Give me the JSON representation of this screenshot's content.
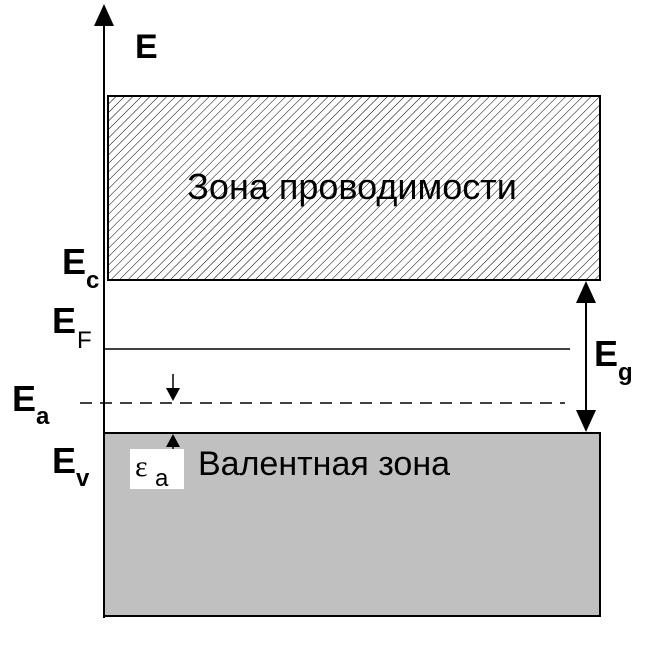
{
  "axis": {
    "main": "E"
  },
  "levels": {
    "ec": {
      "main": "E",
      "sub": "c"
    },
    "ef": {
      "main": "E",
      "sub": "F"
    },
    "ea": {
      "main": "E",
      "sub": "a"
    },
    "ev": {
      "main": "E",
      "sub": "v"
    },
    "eg": {
      "main": "E",
      "sub": "g"
    },
    "epsilon": {
      "main": "ε",
      "sub": "a"
    }
  },
  "bands": {
    "conduction": "Зона проводимости",
    "valence": "Валентная зона"
  },
  "colors": {
    "valence_fill": "#c0c0c0",
    "hatch": "#000000"
  }
}
